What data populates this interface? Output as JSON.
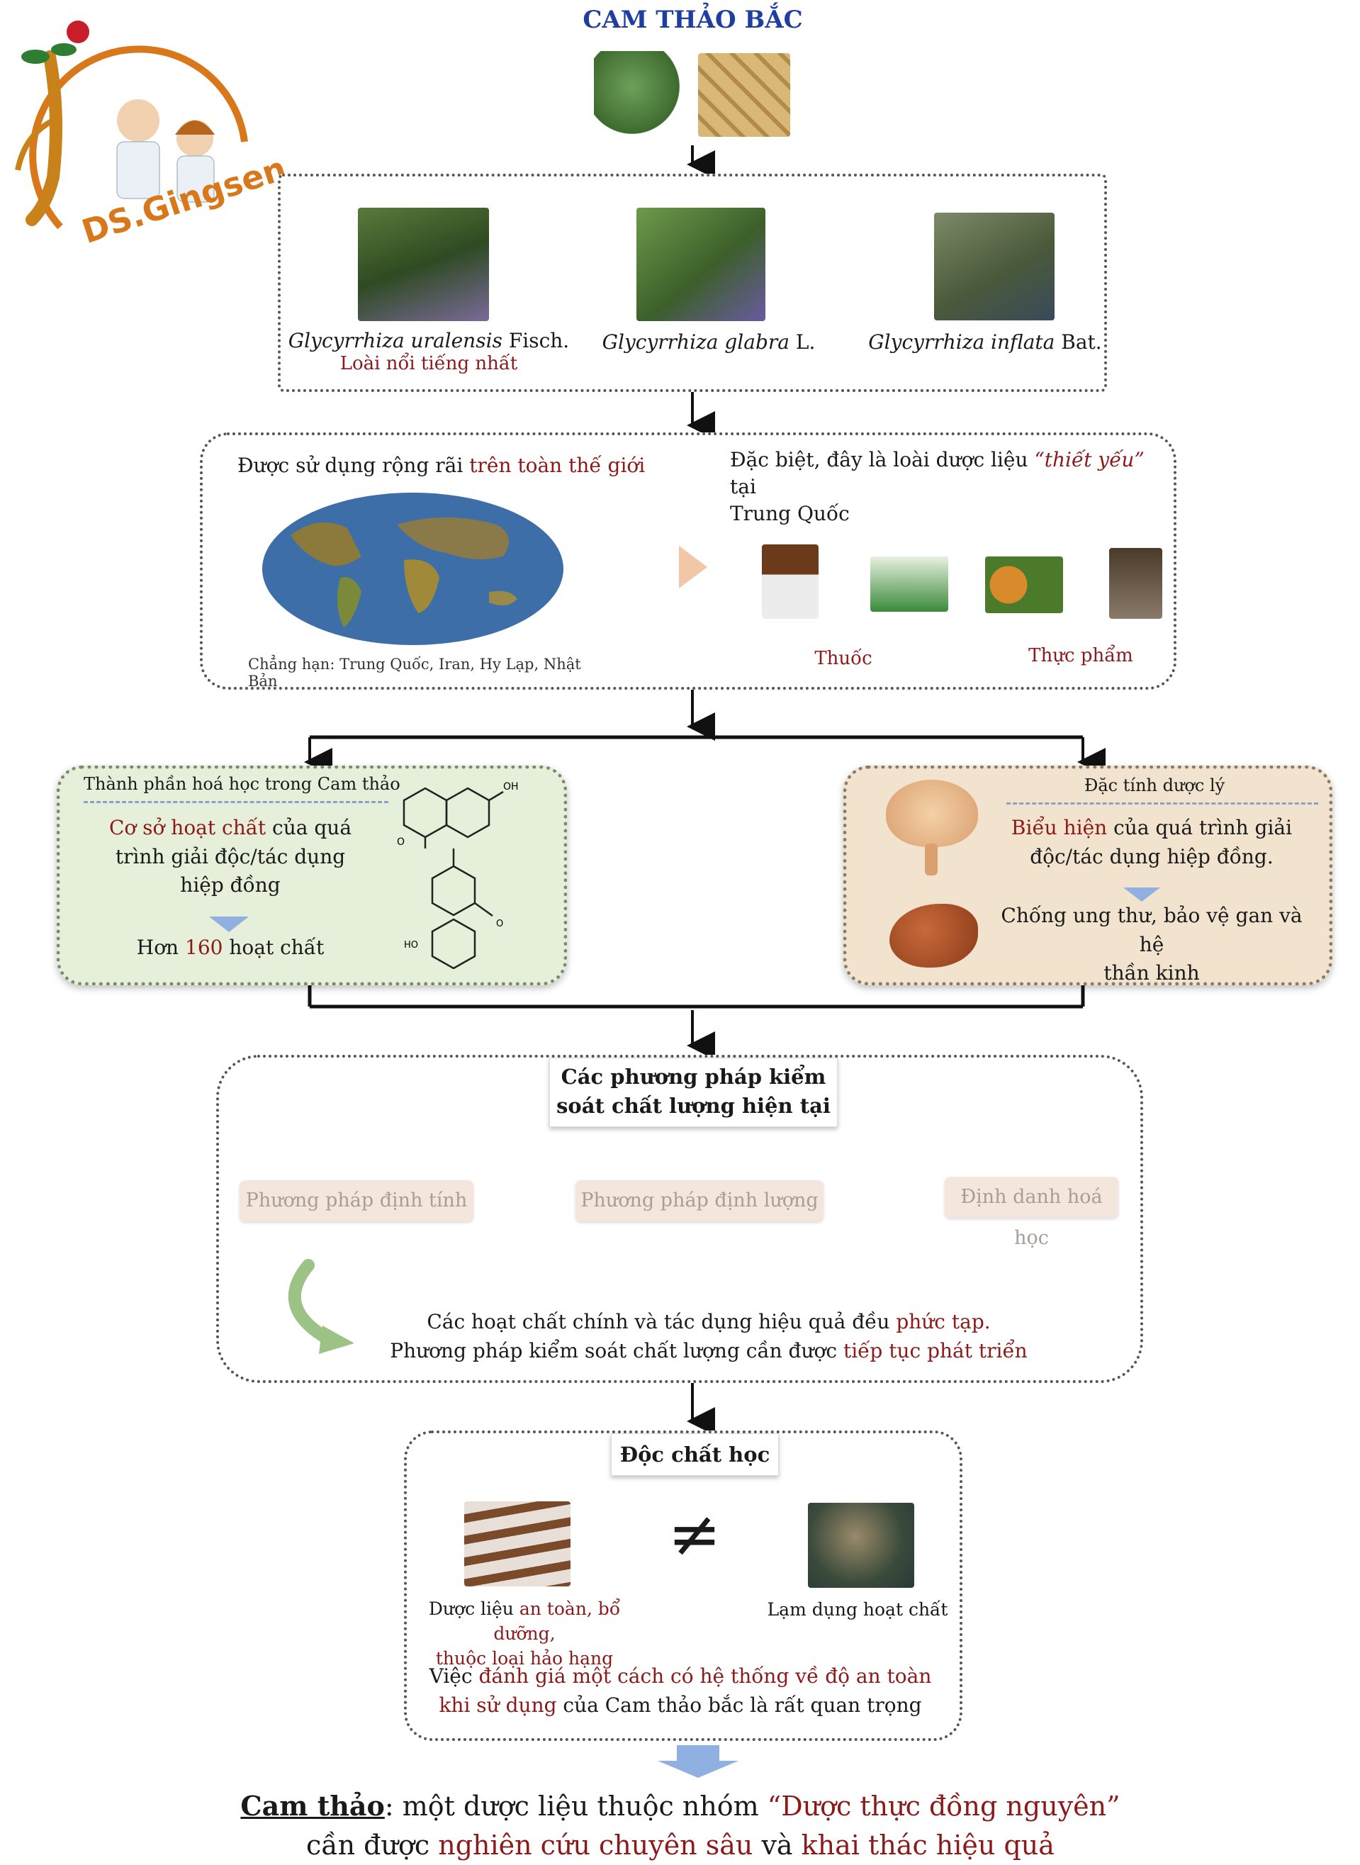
{
  "header": {
    "title": "CAM THẢO BẮC"
  },
  "logo": {
    "text": "DS.Gingsen"
  },
  "species": [
    {
      "genus": "Glycyrrhiza",
      "epithet": "uralensis",
      "author": "Fisch.",
      "note": "Loài nổi tiếng nhất"
    },
    {
      "genus": "Glycyrrhiza",
      "epithet": "glabra",
      "author": "L.",
      "note": ""
    },
    {
      "genus": "Glycyrrhiza",
      "epithet": "inflata",
      "author": "Bat.",
      "note": ""
    }
  ],
  "usage": {
    "left_text": "Được sử dụng rộng rãi ",
    "left_highlight": "trên toàn thế giới",
    "left_caption": "Chẳng hạn: Trung Quốc, Iran, Hy Lạp, Nhật Bản",
    "right_text_1": "Đặc biệt, đây là loài dược liệu ",
    "right_highlight": "“thiết yếu”",
    "right_text_2": " tại",
    "right_text_3": "Trung Quốc",
    "label_medicine": "Thuốc",
    "label_food": "Thực phẩm"
  },
  "chemistry": {
    "title": "Thành phần hoá học trong Cam thảo",
    "line1_highlight": "Cơ sở hoạt chất",
    "line1_rest": " của quá",
    "line2": "trình giải độc/tác dụng",
    "line3": "hiệp đồng",
    "count_prefix": "Hơn ",
    "count_value": "160",
    "count_suffix": " hoạt chất"
  },
  "pharmacology": {
    "title": "Đặc tính dược lý",
    "line1_highlight": "Biểu hiện",
    "line1_rest": " của quá trình giải",
    "line2": "độc/tác dụng hiệp đồng.",
    "effect1": "Chống ung thư, bảo vệ gan và hệ",
    "effect2": "thần kinh"
  },
  "quality": {
    "title_1": "Các phương pháp kiểm",
    "title_2": "soát chất lượng hiện tại",
    "methods": [
      "Phương pháp định tính",
      "Phương pháp định lượng",
      "Định danh hoá học"
    ],
    "note1_text": "Các hoạt chất chính và tác dụng hiệu quả đều ",
    "note1_highlight": "phức tạp.",
    "note2_text": "Phương pháp kiểm soát chất lượng cần được ",
    "note2_highlight": "tiếp tục phát triển"
  },
  "toxicology": {
    "title": "Độc chất học",
    "not_equal": "≠",
    "left_prefix": "Dược liệu ",
    "left_highlight_1": "an toàn, bổ dưỡng,",
    "left_highlight_2": "thuộc loại hảo hạng",
    "right_caption": "Lạm dụng hoạt chất",
    "summary_prefix": "Việc ",
    "summary_highlight_1": "đánh giá một cách có hệ thống về độ an toàn",
    "summary_highlight_2": "khi sử dụng",
    "summary_suffix": " của Cam thảo bắc là rất quan trọng"
  },
  "conclusion": {
    "term": "Cam thảo",
    "text_1": ": một dược liệu thuộc nhóm ",
    "highlight_1": "“Dược thực đồng nguyên”",
    "text_2": "cần được ",
    "highlight_2": "nghiên cứu chuyên sâu",
    "text_3": " và ",
    "highlight_3": "khai thác hiệu quả"
  },
  "colors": {
    "title_blue": "#1f3fa0",
    "highlight_red": "#8b1a1a",
    "green_box": "#e6efd9",
    "tan_box": "#f2e3cf",
    "pill": "#f4e6dc",
    "arrow_blue": "#8fb0e0"
  }
}
